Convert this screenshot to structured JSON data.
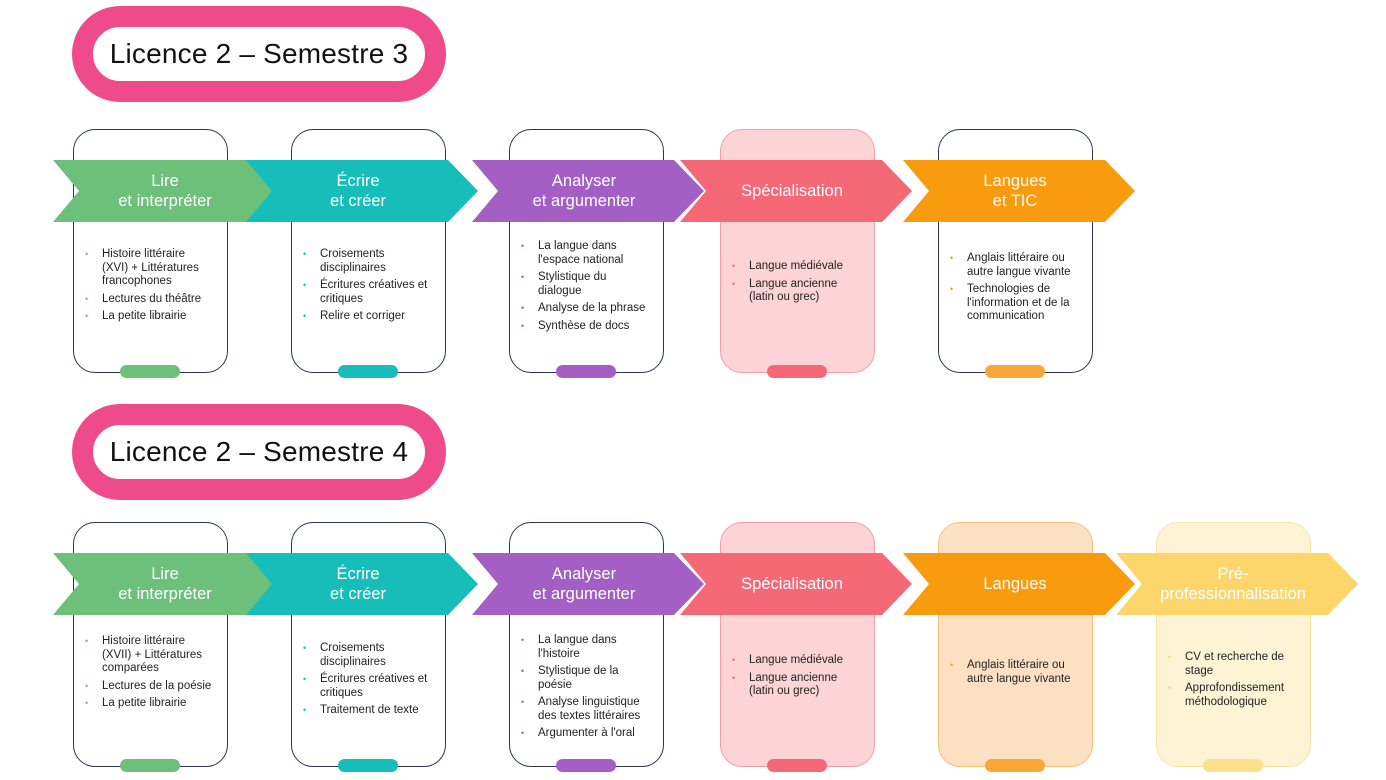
{
  "semesters": [
    {
      "title": "Licence 2 – Semestre 3",
      "modules": [
        {
          "label": "Lire\net interpréter",
          "color": "#6cc07a",
          "tab": "#6cc07a",
          "card_bg": "#ffffff",
          "card_border": "#2c3553",
          "items": [
            "Histoire littéraire (XVI) + Littératures francophones",
            "Lectures du théâtre",
            "La petite librairie"
          ]
        },
        {
          "label": "Écrire\net créer",
          "color": "#17bdb8",
          "tab": "#17bdb8",
          "card_bg": "#ffffff",
          "card_border": "#2c3553",
          "items": [
            "Croisements disciplinaires",
            "Écritures créatives et critiques",
            "Relire et corriger"
          ]
        },
        {
          "label": "Analyser\net argumenter",
          "color": "#a45fc4",
          "tab": "#a45fc4",
          "card_bg": "#ffffff",
          "card_border": "#2c3553",
          "items": [
            "La langue dans l'espace national",
            "Stylistique du dialogue",
            "Analyse de la phrase",
            "Synthèse de docs"
          ]
        },
        {
          "label": "Spécialisation",
          "color": "#f56875",
          "tab": "#f56875",
          "card_bg": "#fcd3d7",
          "card_border": "#f0a0a8",
          "items": [
            "Langue médiévale",
            "Langue ancienne (latin ou grec)"
          ]
        },
        {
          "label": "Langues\net TIC",
          "color": "#f99b0f",
          "tab": "#f9a838",
          "card_bg": "#ffffff",
          "card_border": "#2c3553",
          "items": [
            "Anglais littéraire ou autre langue vivante",
            "Technologies de l'information et de la communication"
          ]
        }
      ]
    },
    {
      "title": "Licence 2 – Semestre 4",
      "modules": [
        {
          "label": "Lire\net interpréter",
          "color": "#6cc07a",
          "tab": "#6cc07a",
          "card_bg": "#ffffff",
          "card_border": "#2c3553",
          "items": [
            "Histoire littéraire (XVII) + Littératures comparées",
            "Lectures de la poésie",
            "La petite librairie"
          ]
        },
        {
          "label": "Écrire\net créer",
          "color": "#17bdb8",
          "tab": "#17bdb8",
          "card_bg": "#ffffff",
          "card_border": "#2c3553",
          "items": [
            "Croisements disciplinaires",
            "Écritures créatives et critiques",
            "Traitement de texte"
          ]
        },
        {
          "label": "Analyser\net argumenter",
          "color": "#a45fc4",
          "tab": "#a45fc4",
          "card_bg": "#ffffff",
          "card_border": "#2c3553",
          "items": [
            "La langue dans l'histoire",
            "Stylistique de la poésie",
            "Analyse linguistique des textes littéraires",
            "Argumenter à l'oral"
          ]
        },
        {
          "label": "Spécialisation",
          "color": "#f56875",
          "tab": "#f56875",
          "card_bg": "#fcd3d7",
          "card_border": "#f0a0a8",
          "items": [
            "Langue médiévale",
            "Langue ancienne (latin ou grec)"
          ]
        },
        {
          "label": "Langues",
          "color": "#f99b0f",
          "tab": "#f9a838",
          "card_bg": "#fbe1c2",
          "card_border": "#f4c07a",
          "items": [
            "Anglais littéraire ou autre langue vivante"
          ]
        },
        {
          "label": "Pré-\nprofessionnalisation",
          "color": "#fcd66a",
          "tab": "#fde18a",
          "card_bg": "#fff3d6",
          "card_border": "#fbe3a4",
          "items": [
            "CV et recherche de stage",
            "Approfondissement méthodologique"
          ]
        }
      ]
    }
  ]
}
